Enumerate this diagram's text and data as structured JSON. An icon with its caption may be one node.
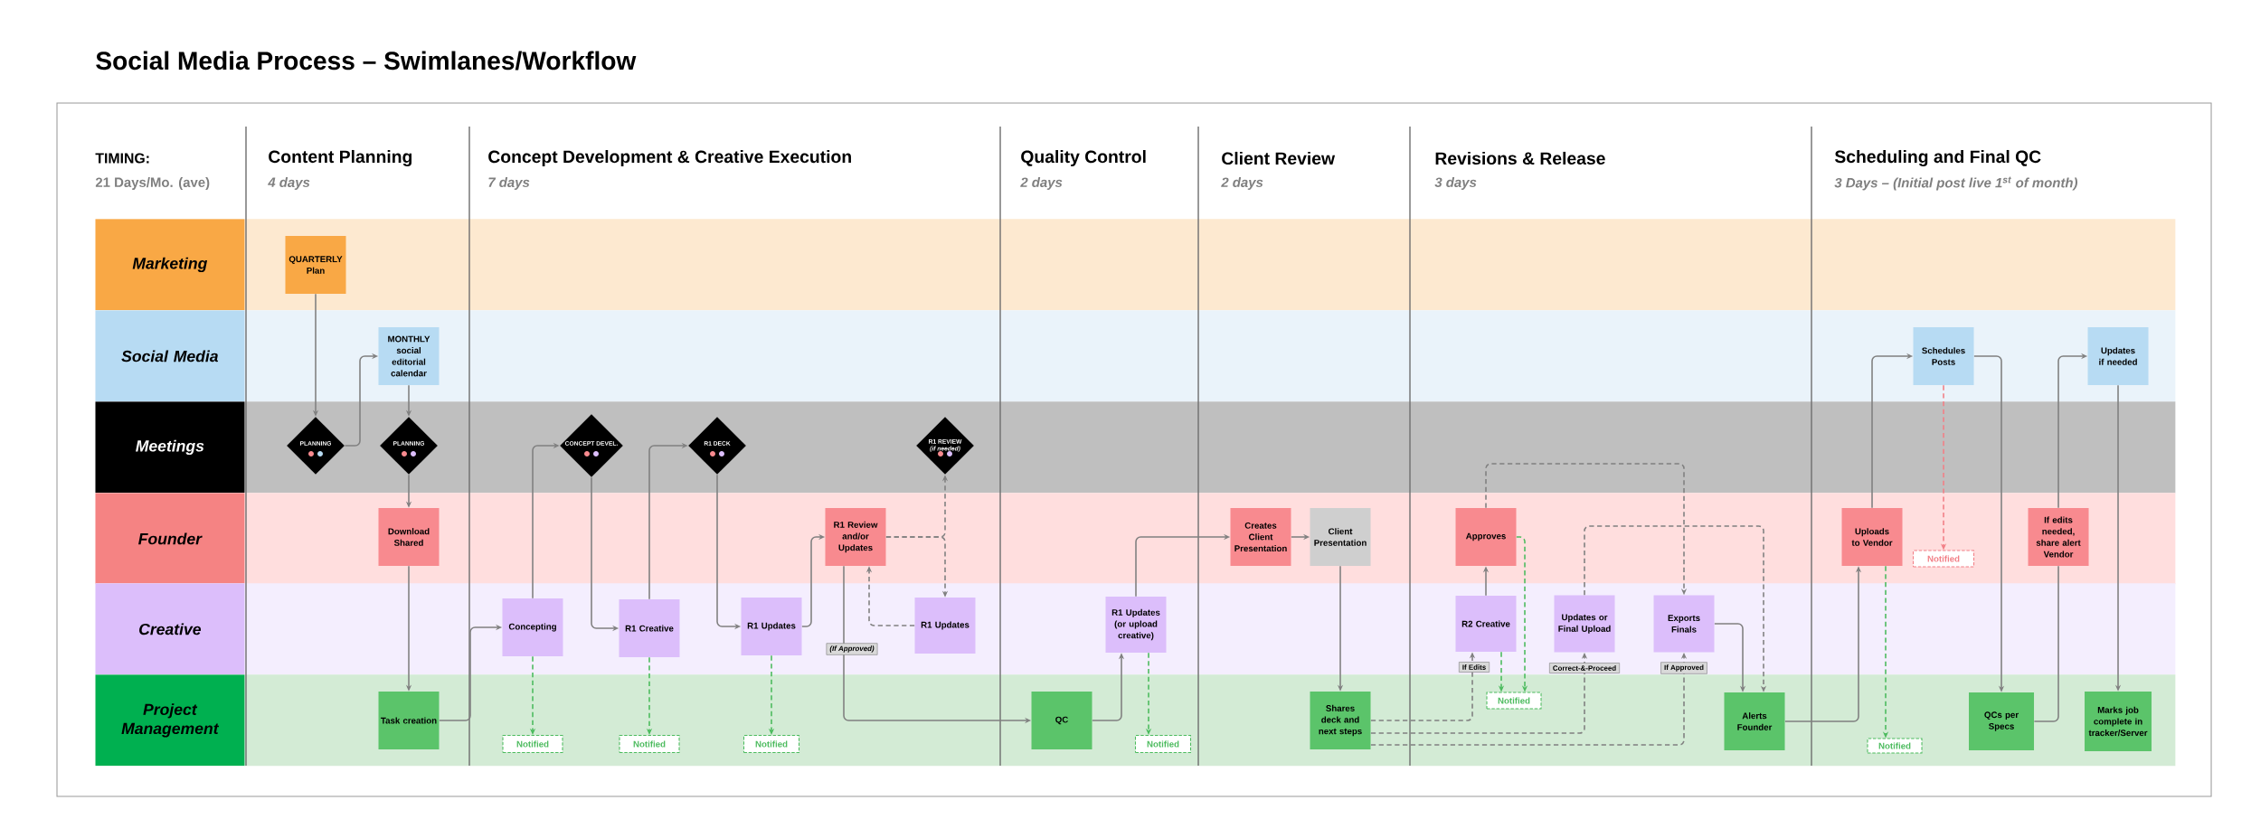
{
  "diagram": {
    "title": "Social Media Process – Swimlanes/Workflow",
    "nodes": [
      {
        "text": [
          "Marketing"
        ]
      },
      {
        "text": [
          "Social Media"
        ]
      },
      {
        "text": [
          "Meetings"
        ]
      },
      {
        "text": [
          "Founder"
        ]
      },
      {
        "text": [
          "Creative"
        ]
      },
      {
        "text": [
          "Project Management"
        ]
      },
      {
        "text": [
          "QUARTERLY Plan"
        ],
        "in": 0
      },
      {
        "text": [
          "MONTHLY social editorial calendar"
        ],
        "in": 1
      },
      {
        "text": [
          "Schedules Posts"
        ],
        "in": 1
      },
      {
        "text": [
          "Updates if needed"
        ],
        "in": 1
      },
      {
        "text": [
          "PLANNING"
        ],
        "in": 2
      },
      {
        "text": [
          "PLANNING"
        ],
        "in": 2
      },
      {
        "text": [
          "CONCEPT DEVEL."
        ],
        "in": 2
      },
      {
        "text": [
          "R1 DECK"
        ],
        "in": 2
      },
      {
        "text": [
          "R1 REVIEW",
          "(if needed)"
        ],
        "in": 2
      },
      {
        "text": [
          "Download Shared"
        ],
        "in": 3
      },
      {
        "text": [
          "R1 Review and/or Updates"
        ],
        "in": 3
      },
      {
        "text": [
          "Creates Client Presentation"
        ],
        "in": 3
      },
      {
        "text": [
          "Client Presentation"
        ],
        "in": 3
      },
      {
        "text": [
          "Approves"
        ],
        "in": 3
      },
      {
        "text": [
          "Uploads to Vendor"
        ],
        "in": 3
      },
      {
        "text": [
          "Notified"
        ],
        "in": 3
      },
      {
        "text": [
          "If edits needed, share alert Vendor"
        ],
        "in": 3
      },
      {
        "text": [
          "Concepting"
        ],
        "in": 4
      },
      {
        "text": [
          "R1 Creative"
        ],
        "in": 4
      },
      {
        "text": [
          "R1 Updates"
        ],
        "in": 4
      },
      {
        "text": [
          "R1 Updates"
        ],
        "in": 4
      },
      {
        "text": [
          "R1 Updates (or upload creative)"
        ],
        "in": 4
      },
      {
        "text": [
          "R2 Creative"
        ],
        "in": 4
      },
      {
        "text": [
          "Updates or Final Upload"
        ],
        "in": 4
      },
      {
        "text": [
          "Exports Finals"
        ],
        "in": 4
      },
      {
        "text": [
          "Task creation"
        ],
        "in": 5
      },
      {
        "text": [
          "Notified"
        ],
        "in": 5
      },
      {
        "text": [
          "Notified"
        ],
        "in": 5
      },
      {
        "text": [
          "Notified"
        ],
        "in": 5
      },
      {
        "text": [
          "QC"
        ],
        "in": 5
      },
      {
        "text": [
          "Notified"
        ],
        "in": 5
      },
      {
        "text": [
          "Shares deck and next steps"
        ],
        "in": 5
      },
      {
        "text": [
          "Notified"
        ],
        "in": 5
      },
      {
        "text": [
          "Alerts Founder"
        ],
        "in": 5
      },
      {
        "text": [
          "Notified"
        ],
        "in": 5
      },
      {
        "text": [
          "QCs per Specs"
        ],
        "in": 5
      },
      {
        "text": [
          "Marks job complete in tracker/Server"
        ],
        "in": 5
      }
    ],
    "edges": [
      {
        "from": 6,
        "to": 10,
        "arrow": "to"
      },
      {
        "from": 10,
        "to": 7,
        "arrow": "to"
      },
      {
        "from": 7,
        "to": 11,
        "arrow": "to"
      },
      {
        "from": 11,
        "to": 15,
        "arrow": "to"
      },
      {
        "from": 15,
        "to": 31,
        "arrow": "to"
      },
      {
        "from": 31,
        "to": 23,
        "arrow": "to"
      },
      {
        "from": 23,
        "to": 12,
        "arrow": "to"
      },
      {
        "from": 12,
        "to": 24,
        "arrow": "to"
      },
      {
        "from": 24,
        "to": 13,
        "arrow": "to"
      },
      {
        "from": 13,
        "to": 25,
        "arrow": "to"
      },
      {
        "from": 25,
        "to": 16,
        "arrow": "to"
      },
      {
        "from": 16,
        "to": 14,
        "arrow": "to",
        "style": "dashed"
      },
      {
        "from": 16,
        "to": 26,
        "arrow": "to",
        "style": "dashed"
      },
      {
        "from": 26,
        "to": 16,
        "arrow": "to",
        "style": "dashed"
      },
      {
        "from": 16,
        "to": 35,
        "arrow": "to",
        "label": "(If Approved)"
      },
      {
        "from": 35,
        "to": 27,
        "arrow": "to"
      },
      {
        "from": 27,
        "to": 17,
        "arrow": "to"
      },
      {
        "from": 17,
        "to": 18,
        "arrow": "to"
      },
      {
        "from": 18,
        "to": 37,
        "arrow": "to"
      },
      {
        "from": 37,
        "to": 28,
        "arrow": "to",
        "style": "dashed",
        "label": "If Edits"
      },
      {
        "from": 37,
        "to": 29,
        "arrow": "to",
        "style": "dashed",
        "label": "Correct-&-Proceed"
      },
      {
        "from": 37,
        "to": 30,
        "arrow": "to",
        "style": "dashed",
        "label": "If Approved"
      },
      {
        "from": 28,
        "to": 19,
        "arrow": "to"
      },
      {
        "from": 19,
        "to": 30,
        "arrow": "to",
        "style": "dashed"
      },
      {
        "from": 29,
        "to": 39,
        "arrow": "to",
        "style": "dashed"
      },
      {
        "from": 30,
        "to": 39,
        "arrow": "to"
      },
      {
        "from": 39,
        "to": 20,
        "arrow": "to"
      },
      {
        "from": 20,
        "to": 8,
        "arrow": "to"
      },
      {
        "from": 8,
        "to": 41,
        "arrow": "to"
      },
      {
        "from": 41,
        "to": 22,
        "arrow": "none"
      },
      {
        "from": 22,
        "to": 9,
        "arrow": "to"
      },
      {
        "from": 9,
        "to": 42,
        "arrow": "to"
      },
      {
        "from": 23,
        "to": 32,
        "arrow": "to",
        "style": "dashed",
        "color": "#4cbb5e"
      },
      {
        "from": 24,
        "to": 33,
        "arrow": "to",
        "style": "dashed",
        "color": "#4cbb5e"
      },
      {
        "from": 25,
        "to": 34,
        "arrow": "to",
        "style": "dashed",
        "color": "#4cbb5e"
      },
      {
        "from": 27,
        "to": 36,
        "arrow": "to",
        "style": "dashed",
        "color": "#4cbb5e"
      },
      {
        "from": 28,
        "to": 38,
        "arrow": "to",
        "style": "dashed",
        "color": "#4cbb5e"
      },
      {
        "from": 19,
        "to": 38,
        "arrow": "to",
        "style": "dashed",
        "color": "#4cbb5e"
      },
      {
        "from": 8,
        "to": 21,
        "arrow": "to",
        "style": "dashed",
        "color": "#f27f86"
      },
      {
        "from": 20,
        "to": 40,
        "arrow": "to",
        "style": "dashed",
        "color": "#4cbb5e"
      }
    ],
    "labels": [
      "TIMING:",
      "Content Planning",
      "Concept Development & Creative Execution",
      "Quality Control",
      "Client Review",
      "Revisions & Release",
      "Scheduling and Final QC",
      "21 Days/Mo. (ave)",
      "4 days",
      "7 days",
      "2 days",
      "2 days",
      "3 days",
      "3 Days – (Initial post live 1$^{st}$ of month)"
    ]
  }
}
